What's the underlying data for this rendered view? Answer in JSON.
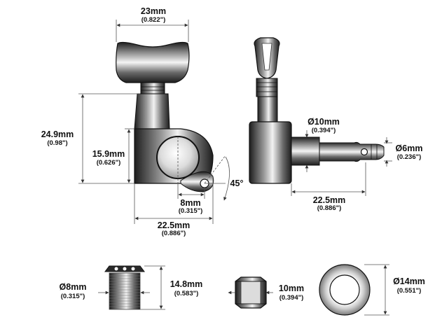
{
  "title": "",
  "labels": {
    "top_width_mm": "23mm",
    "top_width_in": "(0.822\")",
    "height_total_mm": "24.9mm",
    "height_total_in": "(0.98\")",
    "height_body_mm": "15.9mm",
    "height_body_in": "(0.626\")",
    "hole_offset_mm": "8mm",
    "hole_offset_in": "(0.315\")",
    "angle": "45°",
    "bottom_width_mm": "22.5mm",
    "bottom_width_in": "(0.886\")",
    "shaft_dia_mm": "Ø10mm",
    "shaft_dia_in": "(0.394\")",
    "post_dia_mm": "Ø6mm",
    "post_dia_in": "(0.236\")",
    "post_len_mm": "22.5mm",
    "post_len_in": "(0.886\")",
    "bush_dia_mm": "Ø8mm",
    "bush_dia_in": "(0.315\")",
    "bush_len_mm": "14.8mm",
    "bush_len_in": "(0.583\")",
    "nut_mm": "10mm",
    "nut_in": "(0.394\")",
    "washer_mm": "Ø14mm",
    "washer_in": "(0.551\")"
  },
  "colors": {
    "metal_dark": "#2a2a2a",
    "metal_mid": "#8a8a8a",
    "metal_light": "#e6e6e6",
    "line": "#555555"
  }
}
